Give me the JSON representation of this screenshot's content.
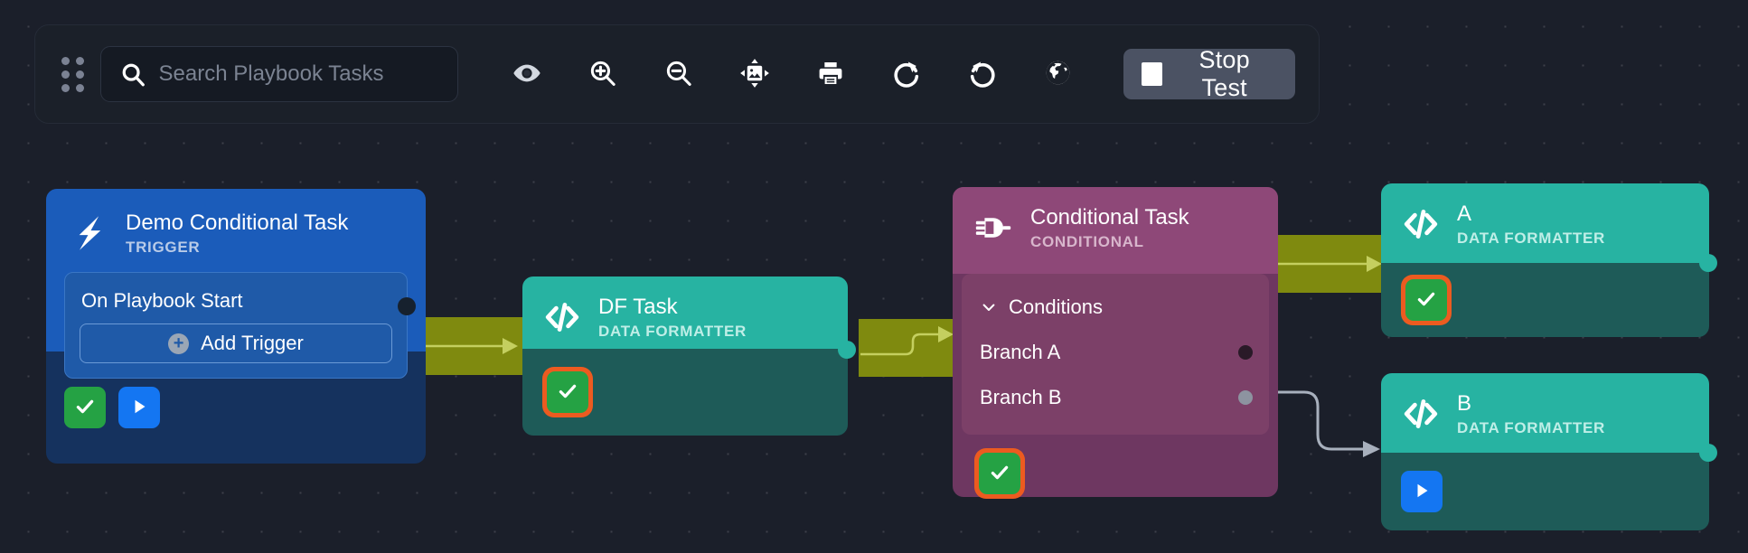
{
  "toolbar": {
    "drag_handle_icon": "drag-dots-icon",
    "search": {
      "icon": "search-icon",
      "value": "",
      "placeholder": "Search Playbook Tasks"
    },
    "icons": [
      {
        "name": "eye-icon",
        "label": "Toggle visibility"
      },
      {
        "name": "zoom-in-icon",
        "label": "Zoom in"
      },
      {
        "name": "zoom-out-icon",
        "label": "Zoom out"
      },
      {
        "name": "fit-to-screen-icon",
        "label": "Fit to screen"
      },
      {
        "name": "print-icon",
        "label": "Print"
      },
      {
        "name": "redo-icon",
        "label": "Redo"
      },
      {
        "name": "undo-icon",
        "label": "Undo"
      },
      {
        "name": "globe-icon",
        "label": "Globe"
      }
    ],
    "stop_button": {
      "label": "Stop Test",
      "icon": "stop-square-icon"
    }
  },
  "colors": {
    "canvas_bg": "#1b1f2a",
    "trigger_blue": "#1b5cba",
    "task_teal": "#27b3a2",
    "conditional_purple": "#8e4878",
    "edge_olive": "#7f8a0f",
    "edge_gray": "#a8b0bd",
    "status_green": "#25a244",
    "status_blue": "#1476f2",
    "highlight_orange": "#ec5b20"
  },
  "nodes": {
    "trigger": {
      "icon": "lightning-bolt-icon",
      "title": "Demo Conditional Task",
      "subtitle": "TRIGGER",
      "panel_label": "On Playbook Start",
      "add_trigger_label": "Add Trigger",
      "add_trigger_icon": "plus-circle-icon",
      "buttons": [
        {
          "name": "status-check-button",
          "icon": "check-icon",
          "highlighted": false
        },
        {
          "name": "run-button",
          "icon": "play-icon",
          "highlighted": false
        }
      ]
    },
    "df_task": {
      "icon": "code-brackets-icon",
      "title": "DF Task",
      "subtitle": "DATA FORMATTER",
      "buttons": [
        {
          "name": "status-check-button",
          "icon": "check-icon",
          "highlighted": true
        }
      ]
    },
    "conditional": {
      "icon": "plug-icon",
      "title": "Conditional Task",
      "subtitle": "CONDITIONAL",
      "conditions_label": "Conditions",
      "conditions_chevron": "chevron-down-icon",
      "branches": [
        {
          "label": "Branch A",
          "dot_color": "#2a1a28",
          "connected": true
        },
        {
          "label": "Branch B",
          "dot_color": "#8d93a0",
          "connected": true
        }
      ],
      "buttons": [
        {
          "name": "status-check-button",
          "icon": "check-icon",
          "highlighted": true
        }
      ]
    },
    "node_a": {
      "icon": "code-brackets-icon",
      "title": "A",
      "subtitle": "DATA FORMATTER",
      "buttons": [
        {
          "name": "status-check-button",
          "icon": "check-icon",
          "highlighted": true
        }
      ]
    },
    "node_b": {
      "icon": "code-brackets-icon",
      "title": "B",
      "subtitle": "DATA FORMATTER",
      "buttons": [
        {
          "name": "run-button",
          "icon": "play-icon",
          "highlighted": false
        }
      ]
    }
  },
  "edges": [
    {
      "from": "trigger",
      "to": "df_task",
      "style": "olive-highlight"
    },
    {
      "from": "df_task",
      "to": "conditional",
      "style": "olive-highlight"
    },
    {
      "from": "conditional.branch_a",
      "to": "node_a",
      "style": "olive-highlight"
    },
    {
      "from": "conditional.branch_b",
      "to": "node_b",
      "style": "gray"
    }
  ]
}
